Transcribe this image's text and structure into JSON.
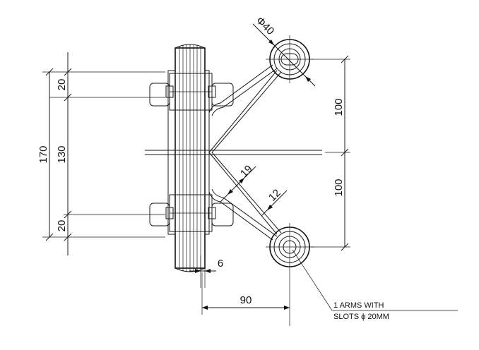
{
  "dimensions": {
    "diameter_top": "Φ40",
    "upper_100": "100",
    "lower_100": "100",
    "overall_170": "170",
    "inner_130": "130",
    "top_20": "20",
    "bottom_20": "20",
    "arm_19": "19",
    "arm_12": "12",
    "gap_6": "6",
    "reach_90": "90"
  },
  "note": {
    "line1": "1 ARMS WITH",
    "line2": "SLOTS ϕ 20MM"
  },
  "colors": {
    "ink": "#111111",
    "background": "#ffffff"
  }
}
